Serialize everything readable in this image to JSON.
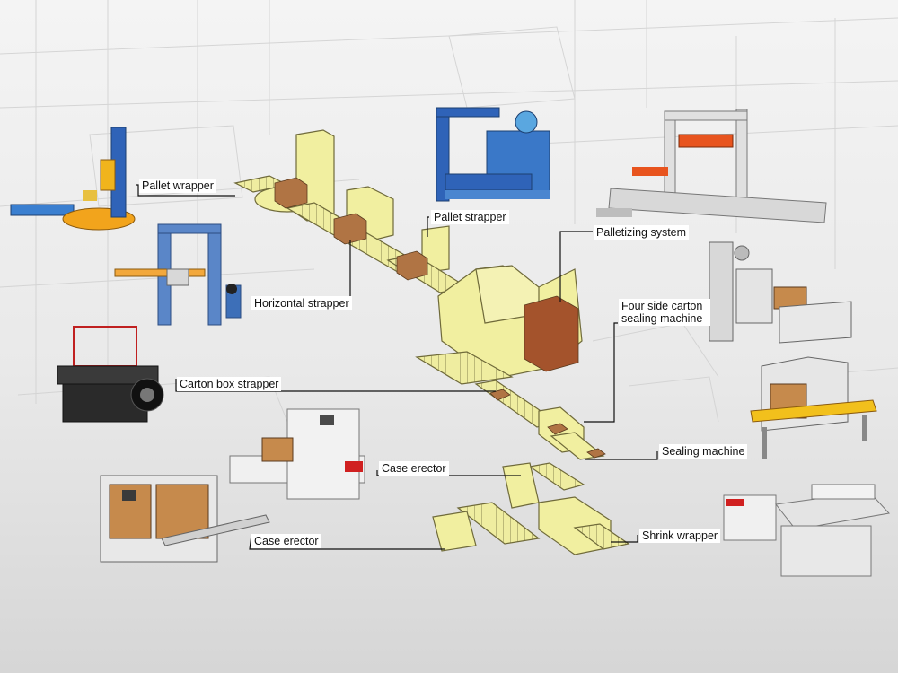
{
  "diagram": {
    "labels": {
      "pallet_wrapper": "Pallet wrapper",
      "horizontal_strapper": "Horizontal strapper",
      "pallet_strapper": "Pallet strapper",
      "palletizing_system": "Palletizing system",
      "four_side_line1": "Four side carton",
      "four_side_line2": "sealing machine",
      "carton_box_strapper": "Carton box strapper",
      "sealing_machine": "Sealing machine",
      "case_erector_1": "Case erector",
      "case_erector_2": "Case erector",
      "shrink_wrapper": "Shrink wrapper"
    },
    "colors": {
      "background": "#ececec",
      "conveyor_fill": "#f1efa0",
      "conveyor_stroke": "#6f6a3a",
      "machine_blue": "#2f63b8",
      "machine_orange": "#e85a1e",
      "carton_brown": "#b07444",
      "leader_line": "#111111"
    }
  }
}
